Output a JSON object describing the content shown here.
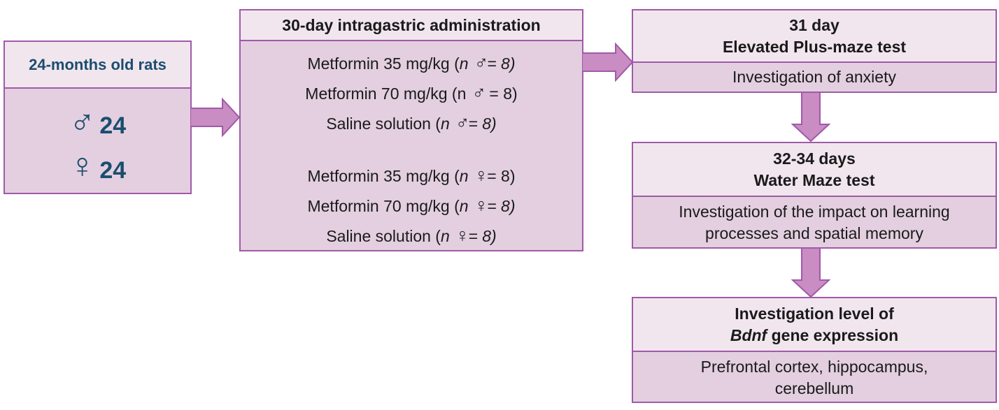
{
  "rats_box": {
    "title": "24-months old rats",
    "male_symbol": "♂",
    "male_count": "24",
    "female_symbol": "♀",
    "female_count": "24"
  },
  "admin_box": {
    "title": "30-day intragastric administration",
    "groups": [
      {
        "label": "Metformin 35 mg/kg (",
        "n": "n",
        "sex": "♂",
        "tail": "= 8)"
      },
      {
        "label": "Metformin 70 mg/kg (",
        "n": "n",
        "sex": "♂",
        "tail": " = 8)"
      },
      {
        "label": "Saline solution (",
        "n": "n",
        "sex": "♂",
        "tail": "= 8)"
      },
      {
        "label": "Metformin 35 mg/kg (",
        "n": "n",
        "sex": "♀",
        "tail": "= 8)"
      },
      {
        "label": "Metformin 70 mg/kg (",
        "n": "n",
        "sex": "♀",
        "tail": "= 8)"
      },
      {
        "label": "Saline solution (",
        "n": "n",
        "sex": "♀",
        "tail": "= 8)"
      }
    ]
  },
  "plus_maze_box": {
    "day": "31 day",
    "title": "Elevated Plus-maze test",
    "description": "Investigation of anxiety"
  },
  "water_maze_box": {
    "day": "32-34 days",
    "title": "Water Maze test",
    "description_line1": "Investigation of the impact on learning",
    "description_line2": "processes and spatial memory"
  },
  "bdnf_box": {
    "title_line1": "Investigation level of",
    "gene": "Bdnf",
    "title_line2_rest": " gene expression",
    "description_line1": "Prefrontal cortex, hippocampus,",
    "description_line2": "cerebellum"
  },
  "colors": {
    "border": "#a05aa8",
    "body_fill": "#e3cfe0",
    "header_fill": "#f1e6ee",
    "arrow_fill": "#c98cc3",
    "rats_text": "#1b4d6e"
  }
}
